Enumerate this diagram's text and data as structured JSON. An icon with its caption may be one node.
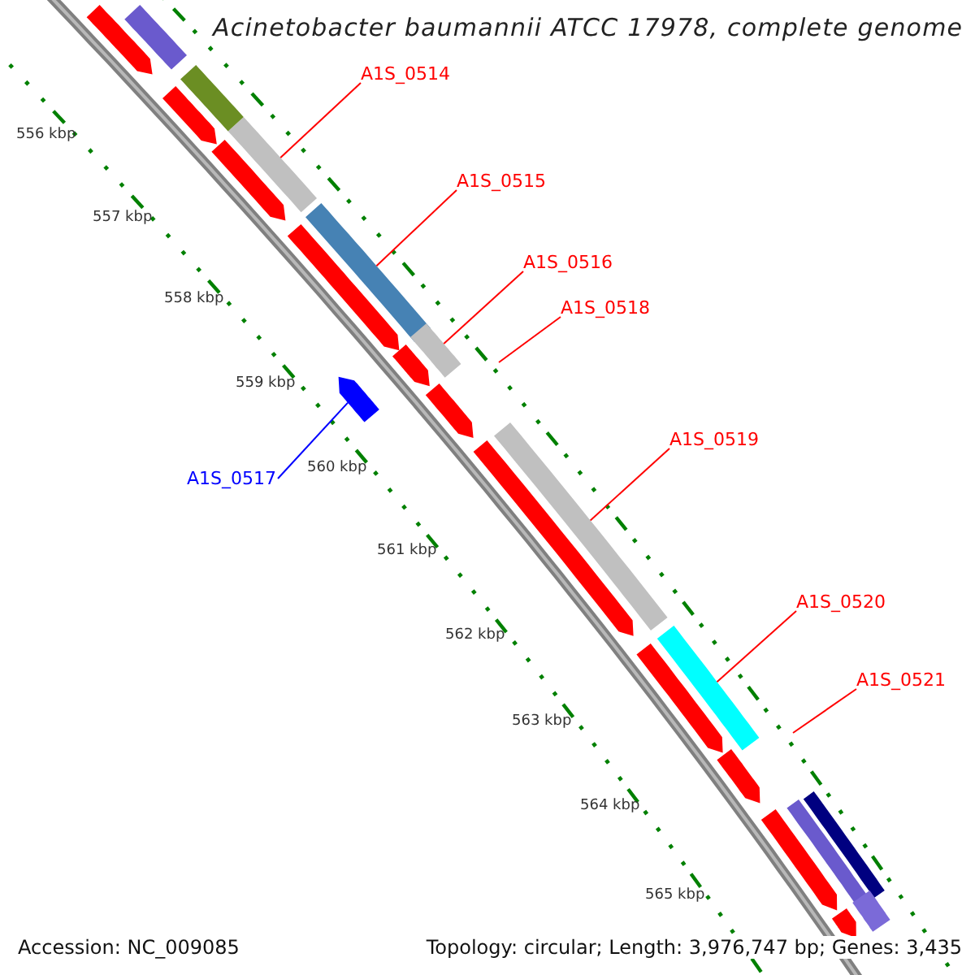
{
  "diagram": {
    "title": "Acinetobacter baumannii ATCC 17978, complete genome",
    "nodes": [
      {
        "text": [
          "A1S_0514"
        ]
      },
      {
        "text": [
          "A1S_0515"
        ]
      },
      {
        "text": [
          "A1S_0516"
        ]
      },
      {
        "text": [
          "A1S_0518"
        ]
      },
      {
        "text": [
          "A1S_0519"
        ]
      },
      {
        "text": [
          "A1S_0517"
        ]
      },
      {
        "text": [
          "A1S_0520"
        ]
      },
      {
        "text": [
          "A1S_0521"
        ]
      },
      {
        "text": [],
        "shape": "bar"
      },
      {
        "text": [],
        "shape": "bar"
      },
      {
        "text": [],
        "shape": "bar"
      },
      {
        "text": [],
        "shape": "bar"
      },
      {
        "text": [],
        "shape": "bar"
      },
      {
        "text": [],
        "shape": "arrow"
      },
      {
        "text": [],
        "shape": "bar"
      },
      {
        "text": [],
        "shape": "arrow"
      },
      {
        "text": [],
        "shape": "bar"
      },
      {
        "text": [],
        "shape": "arrow"
      },
      {
        "text": [],
        "shape": "arrow"
      },
      {
        "text": [],
        "shape": "arrow"
      },
      {
        "text": [],
        "shape": "arrow"
      },
      {
        "text": [],
        "shape": "arrow"
      },
      {
        "text": [],
        "shape": "arrow"
      },
      {
        "text": [],
        "shape": "arrow"
      },
      {
        "text": [],
        "shape": "arrow"
      },
      {
        "text": [],
        "shape": "bar"
      },
      {
        "text": [],
        "shape": "bar"
      },
      {
        "text": [],
        "shape": "arrow"
      },
      {
        "text": [],
        "shape": "bar"
      },
      {
        "text": [],
        "shape": "arrow"
      }
    ],
    "edges": [
      {
        "from": 0,
        "to": 8,
        "arrow": "none"
      },
      {
        "from": 1,
        "to": 9,
        "arrow": "none"
      },
      {
        "from": 2,
        "to": 10,
        "arrow": "none"
      },
      {
        "from": 3,
        "to": null,
        "arrow": "none"
      },
      {
        "from": 4,
        "to": 11,
        "arrow": "none"
      },
      {
        "from": 5,
        "to": 13,
        "arrow": "none",
        "color": "#0000ff"
      },
      {
        "from": 6,
        "to": 12,
        "arrow": "none"
      },
      {
        "from": 7,
        "to": null,
        "arrow": "none"
      }
    ],
    "labels": [
      "556 kbp",
      "557 kbp",
      "558 kbp",
      "559 kbp",
      "560 kbp",
      "561 kbp",
      "562 kbp",
      "563 kbp",
      "564 kbp",
      "565 kbp",
      "Accession: NC_009085",
      "Topology: circular; Length: 3,976,747 bp; Genes: 3,435"
    ]
  }
}
